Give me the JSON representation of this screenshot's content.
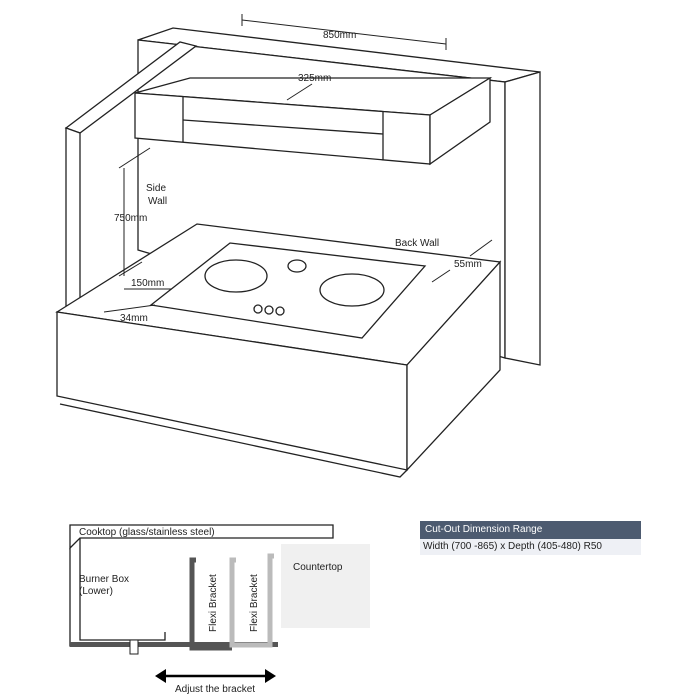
{
  "diagram": {
    "dimensions": {
      "width_top": "850mm",
      "depth_hood": "325mm",
      "height_clearance": "750mm",
      "side_clearance": "150mm",
      "front_clearance": "34mm",
      "back_clearance": "55mm"
    },
    "labels": {
      "side_wall": [
        "Side",
        "Wall"
      ],
      "back_wall": "Back Wall"
    }
  },
  "cross_section": {
    "cooktop": "Cooktop (glass/stainless steel)",
    "burner_box": [
      "Burner Box",
      "(Lower)"
    ],
    "countertop": "Countertop",
    "bracket_1": "Flexi Bracket",
    "bracket_2": "Flexi Bracket",
    "adjust": "Adjust the bracket"
  },
  "spec": {
    "header": "Cut-Out Dimension Range",
    "value": "Width (700 -865) x Depth (405-480) R50"
  },
  "colors": {
    "header_bg": "#4d5b70",
    "row_bg": "#eef0f5",
    "countertop": "#f0f0f0",
    "bracket_dark": "#555555",
    "bracket_light": "#bbbbbb"
  }
}
